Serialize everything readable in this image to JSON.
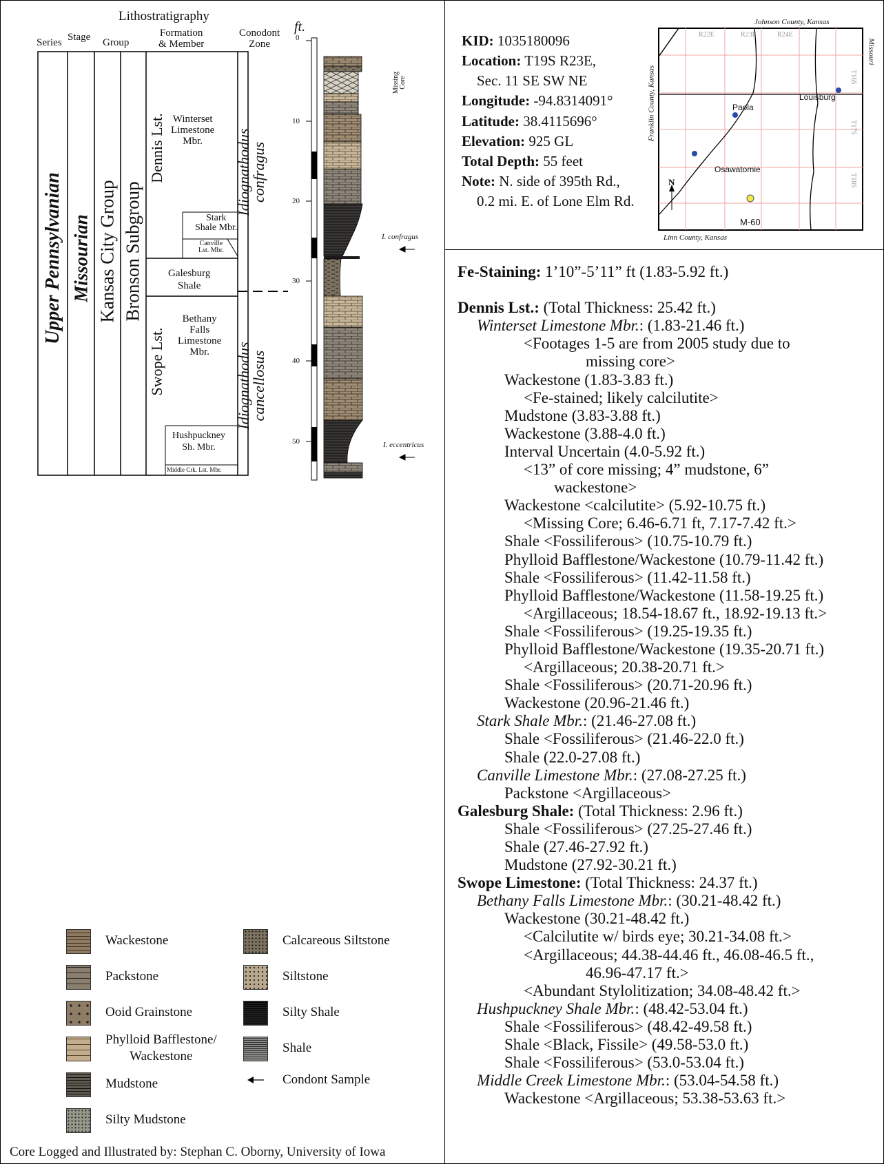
{
  "header": {
    "lithostratigraphy": "Lithostratigraphy",
    "series": "Series",
    "stage": "Stage",
    "group": "Group",
    "formation": "Formation\n& Member",
    "conodont": "Conodont\nZone",
    "ft": "ft."
  },
  "columns": {
    "series": "Upper Pennsylvanian",
    "stage": "Missourian",
    "group": "Kansas City Group",
    "subgroup": "Bronson Subgroup",
    "formations": [
      "Dennis Lst.",
      "Swope Lst."
    ],
    "members": [
      "Winterset\nLimestone\nMbr.",
      "Stark\nShale Mbr.",
      "Canville\nLst. Mbr.",
      "Galesburg\nShale",
      "Bethany\nFalls\nLimestone\nMbr.",
      "Hushpuckney\nSh. Mbr.",
      "Middle Crk. Lst. Mbr."
    ],
    "conodont_zones": [
      "Idiognathodus\nconfragus",
      "Idiognathodus\ncancellosus"
    ]
  },
  "log": {
    "depth_ticks": [
      "0",
      "10",
      "20",
      "30",
      "40",
      "50"
    ],
    "missing_core_label": "Missing\nCore",
    "samples": [
      {
        "label": "I. confragus",
        "depth_ft": 26
      },
      {
        "label": "I. eccentricus",
        "depth_ft": 50.5
      }
    ]
  },
  "location": {
    "kid_label": "KID:",
    "kid": "1035180096",
    "location_label": "Location:",
    "location": "T19S R23E,",
    "location2": "Sec. 11 SE SW NE",
    "longitude_label": "Longitude:",
    "longitude": "-94.8314091°",
    "latitude_label": "Latitude:",
    "latitude": "38.4115696°",
    "elevation_label": "Elevation:",
    "elevation": "925 GL",
    "depth_label": "Total Depth:",
    "depth": "55 feet",
    "note_label": "Note:",
    "note": "N. side of 395th Rd.,",
    "note2": "0.2 mi. E. of Lone Elm Rd."
  },
  "map": {
    "north_county": "Johnson County, Kansas",
    "south_county": "Linn County, Kansas",
    "west_county": "Franklin County, Kansas",
    "east_state": "Missouri",
    "ranges": [
      "R22E",
      "R23E",
      "R24E"
    ],
    "townships": [
      "T16S",
      "T17S",
      "T18S"
    ],
    "towns": [
      "Louisburg",
      "Paola",
      "Osawatomie"
    ],
    "site": "M-60",
    "north": "N"
  },
  "description": [
    {
      "indent": 0,
      "bold": "Fe-Staining:",
      "text": " 1’10”-5’11” ft (1.83-5.92 ft.)"
    },
    {
      "indent": 0,
      "text": ""
    },
    {
      "indent": 0,
      "bold": "Dennis Lst.:",
      "text": " (Total Thickness: 25.42 ft.)"
    },
    {
      "indent": 1,
      "italic": "Winterset Limestone Mbr.",
      "text": ": (1.83-21.46 ft.)"
    },
    {
      "indent": 3,
      "text": "<Footages 1-5 are from 2005 study due to"
    },
    {
      "indent": 5,
      "text": "missing core>"
    },
    {
      "indent": 2,
      "text": "Wackestone (1.83-3.83 ft.)"
    },
    {
      "indent": 3,
      "text": "<Fe-stained; likely calcilutite>"
    },
    {
      "indent": 2,
      "text": "Mudstone (3.83-3.88 ft.)"
    },
    {
      "indent": 2,
      "text": "Wackestone (3.88-4.0 ft.)"
    },
    {
      "indent": 2,
      "text": "Interval Uncertain (4.0-5.92 ft.)"
    },
    {
      "indent": 3,
      "text": "<13” of core missing; 4” mudstone, 6”"
    },
    {
      "indent": 4,
      "text": "wackestone>"
    },
    {
      "indent": 2,
      "text": "Wackestone <calcilutite> (5.92-10.75 ft.)"
    },
    {
      "indent": 3,
      "text": "<Missing Core; 6.46-6.71 ft, 7.17-7.42 ft.>"
    },
    {
      "indent": 2,
      "text": "Shale <Fossiliferous> (10.75-10.79 ft.)"
    },
    {
      "indent": 2,
      "text": "Phylloid Bafflestone/Wackestone (10.79-11.42 ft.)"
    },
    {
      "indent": 2,
      "text": "Shale <Fossiliferous> (11.42-11.58 ft.)"
    },
    {
      "indent": 2,
      "text": "Phylloid Bafflestone/Wackestone (11.58-19.25 ft.)"
    },
    {
      "indent": 3,
      "text": "<Argillaceous; 18.54-18.67 ft., 18.92-19.13 ft.>"
    },
    {
      "indent": 2,
      "text": "Shale <Fossiliferous> (19.25-19.35 ft.)"
    },
    {
      "indent": 2,
      "text": "Phylloid Bafflestone/Wackestone (19.35-20.71 ft.)"
    },
    {
      "indent": 3,
      "text": "<Argillaceous; 20.38-20.71 ft.>"
    },
    {
      "indent": 2,
      "text": "Shale <Fossiliferous> (20.71-20.96 ft.)"
    },
    {
      "indent": 2,
      "text": "Wackestone (20.96-21.46 ft.)"
    },
    {
      "indent": 1,
      "italic": "Stark Shale Mbr.",
      "text": ": (21.46-27.08 ft.)"
    },
    {
      "indent": 2,
      "text": "Shale <Fossiliferous> (21.46-22.0 ft.)"
    },
    {
      "indent": 2,
      "text": "Shale (22.0-27.08 ft.)"
    },
    {
      "indent": 1,
      "italic": "Canville Limestone Mbr.",
      "text": ": (27.08-27.25 ft.)"
    },
    {
      "indent": 2,
      "text": "Packstone <Argillaceous>"
    },
    {
      "indent": 0,
      "bold": "Galesburg Shale:",
      "text": " (Total Thickness: 2.96 ft.)"
    },
    {
      "indent": 2,
      "text": "Shale  <Fossiliferous> (27.25-27.46 ft.)"
    },
    {
      "indent": 2,
      "text": "Shale (27.46-27.92 ft.)"
    },
    {
      "indent": 2,
      "text": "Mudstone (27.92-30.21 ft.)"
    },
    {
      "indent": 0,
      "bold": "Swope Limestone:",
      "text": " (Total Thickness: 24.37 ft.)"
    },
    {
      "indent": 1,
      "italic": "Bethany Falls Limestone Mbr.",
      "text": ": (30.21-48.42 ft.)"
    },
    {
      "indent": 2,
      "text": "Wackestone (30.21-48.42 ft.)"
    },
    {
      "indent": 3,
      "text": "<Calcilutite w/ birds eye; 30.21-34.08 ft.>"
    },
    {
      "indent": 3,
      "text": "<Argillaceous; 44.38-44.46 ft., 46.08-46.5 ft.,"
    },
    {
      "indent": 5,
      "text": "46.96-47.17 ft.>"
    },
    {
      "indent": 3,
      "text": "<Abundant Stylolitization; 34.08-48.42 ft.>"
    },
    {
      "indent": 1,
      "italic": "Hushpuckney Shale Mbr.",
      "text": ": (48.42-53.04 ft.)"
    },
    {
      "indent": 2,
      "text": "Shale <Fossiliferous> (48.42-49.58 ft.)"
    },
    {
      "indent": 2,
      "text": "Shale <Black, Fissile> (49.58-53.0 ft.)"
    },
    {
      "indent": 2,
      "text": "Shale <Fossiliferous> (53.0-53.04 ft.)"
    },
    {
      "indent": 1,
      "italic": "Middle Creek Limestone Mbr.",
      "text": ": (53.04-54.58 ft.)"
    },
    {
      "indent": 2,
      "text": "Wackestone  <Argillaceous; 53.38-53.63 ft.>"
    }
  ],
  "legend": {
    "left": [
      "Wackestone",
      "Packstone",
      "Ooid Grainstone",
      "Phylloid Bafflestone/\nWackestone",
      "Mudstone",
      "Silty Mudstone"
    ],
    "right": [
      "Calcareous Siltstone",
      "Siltstone",
      "Silty Shale",
      "Shale",
      "Condont Sample"
    ]
  },
  "credit": "Core Logged and Illustrated by: Stephan C. Oborny, University of Iowa"
}
